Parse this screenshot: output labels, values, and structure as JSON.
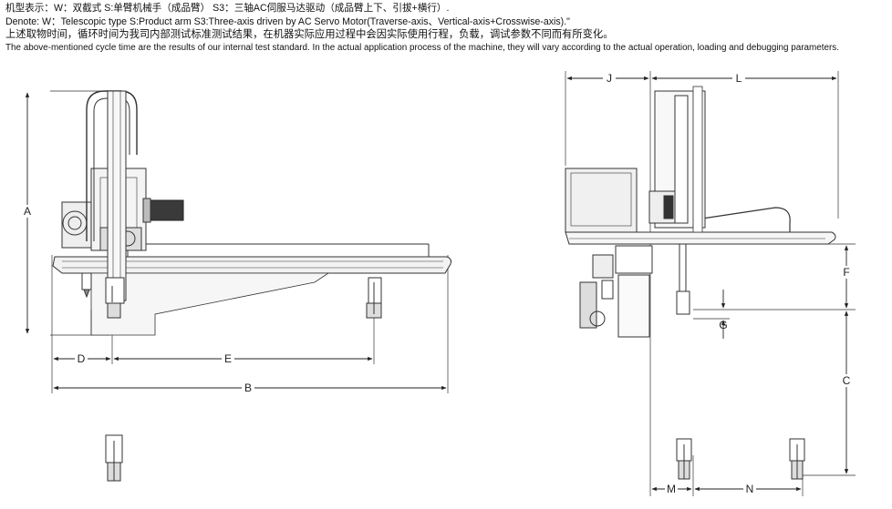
{
  "notes": {
    "line1": "机型表示：W：双截式  S:单臂机械手（成品臂）   S3：三轴AC伺服马达驱动（成品臂上下、引拔+横行）.",
    "line2": "Denote: W：Telescopic type  S:Product arm  S3:Three-axis driven by AC Servo Motor(Traverse-axis、Vertical-axis+Crosswise-axis).\"",
    "line3": "上述取物时间，循环时间为我司内部测试标准测试结果，在机器实际应用过程中会因实际使用行程，负载，调试参数不同而有所变化。",
    "line4": "The above-mentioned cycle time are the results of our internal test standard. In the actual application process of the machine, they  will vary according to the actual operation, loading and debugging parameters."
  },
  "dimensions": {
    "A": "A",
    "B": "B",
    "C": "C",
    "D": "D",
    "E": "E",
    "F": "F",
    "G": "G",
    "J": "J",
    "L": "L",
    "M": "M",
    "N": "N"
  }
}
